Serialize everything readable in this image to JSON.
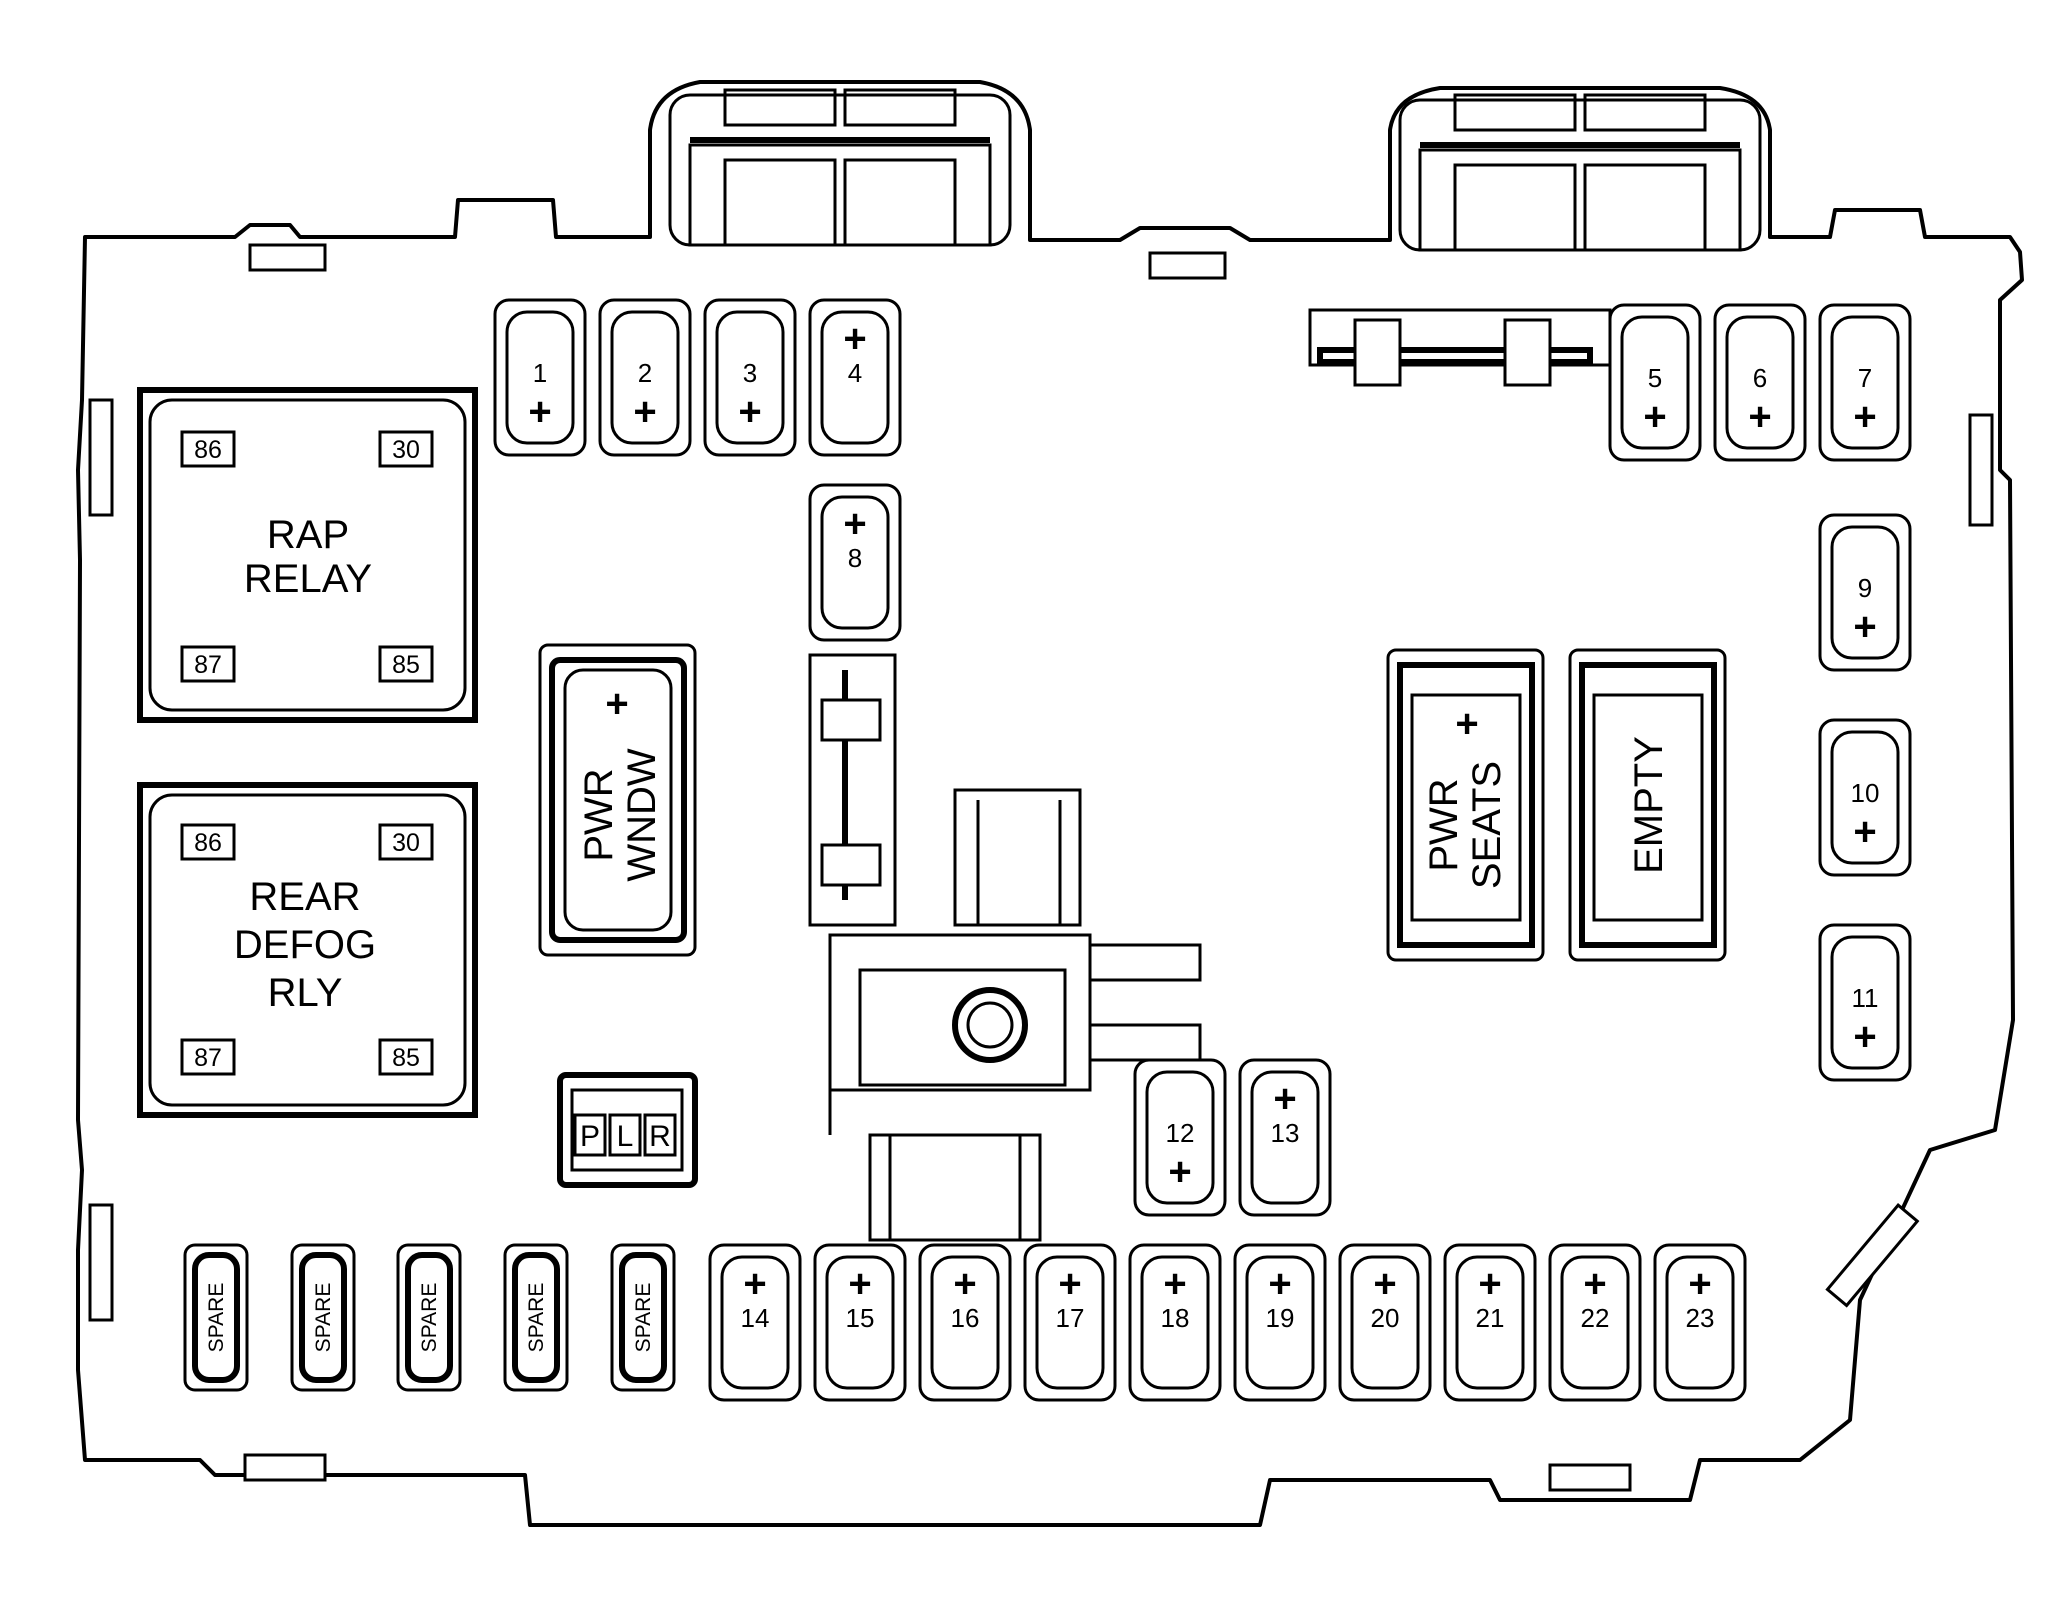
{
  "relays": [
    {
      "id": "rap",
      "lines": [
        "RAP",
        "RELAY"
      ],
      "pins": [
        "86",
        "30",
        "87",
        "85"
      ]
    },
    {
      "id": "rear-defog",
      "lines": [
        "REAR",
        "DEFOG",
        "RLY"
      ],
      "pins": [
        "86",
        "30",
        "87",
        "85"
      ]
    }
  ],
  "fuses": [
    {
      "label": "1"
    },
    {
      "label": "2"
    },
    {
      "label": "3"
    },
    {
      "label": "4"
    },
    {
      "label": "5"
    },
    {
      "label": "6"
    },
    {
      "label": "7"
    },
    {
      "label": "8"
    },
    {
      "label": "9"
    },
    {
      "label": "10"
    },
    {
      "label": "11"
    },
    {
      "label": "12"
    },
    {
      "label": "13"
    },
    {
      "label": "14"
    },
    {
      "label": "15"
    },
    {
      "label": "16"
    },
    {
      "label": "17"
    },
    {
      "label": "18"
    },
    {
      "label": "19"
    },
    {
      "label": "20"
    },
    {
      "label": "21"
    },
    {
      "label": "22"
    },
    {
      "label": "23"
    }
  ],
  "plus_sign": "+",
  "spares": [
    "SPARE",
    "SPARE",
    "SPARE",
    "SPARE",
    "SPARE"
  ],
  "breakers": [
    {
      "id": "pwr-wndw",
      "lines": [
        "PWR",
        "WNDW"
      ]
    },
    {
      "id": "pwr-seats",
      "lines": [
        "PWR",
        "SEATS"
      ]
    },
    {
      "id": "empty",
      "lines": [
        "EMPTY"
      ]
    }
  ],
  "diode": {
    "cells": [
      "P",
      "L",
      "R"
    ]
  }
}
